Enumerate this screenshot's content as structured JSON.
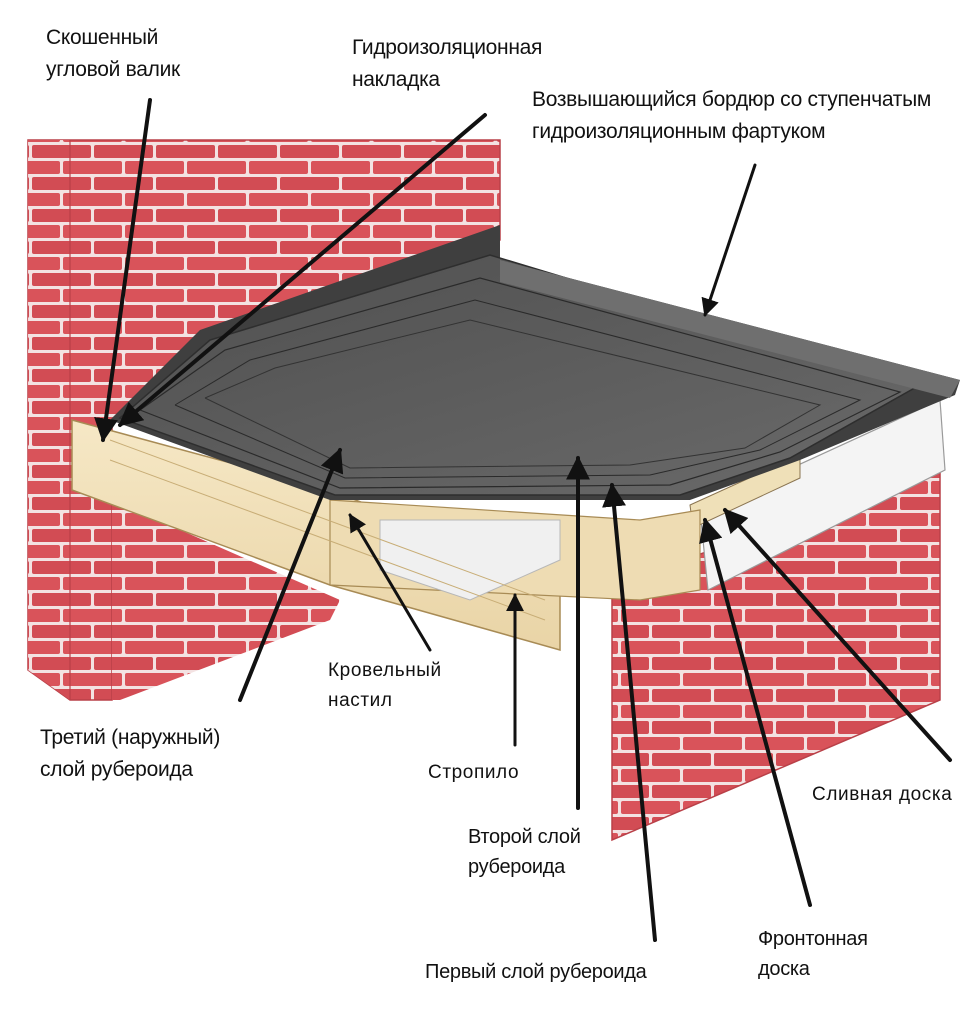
{
  "labels": {
    "beveled_cant_strip": "Скошенный\nугловой валик",
    "waterproof_overlay": "Гидроизоляционная\nнакладка",
    "raised_curb": "Возвышающийся бордюр со ступенчатым\nгидроизоляционным фартуком",
    "third_layer": "Третий (наружный)\nслой рубероида",
    "roof_deck": "Кровельный\nнастил",
    "rafter": "Стропило",
    "second_layer": "Второй слой\nрубероида",
    "first_layer": "Первый слой рубероида",
    "drip_edge": "Сливная доска",
    "fascia_board": "Фронтонная\nдоска"
  },
  "colors": {
    "brick": "#d9535a",
    "mortar": "#f3e2e2",
    "roofing": "#5d5d5d",
    "wood": "#f3e3bf",
    "arrow": "#111111"
  }
}
